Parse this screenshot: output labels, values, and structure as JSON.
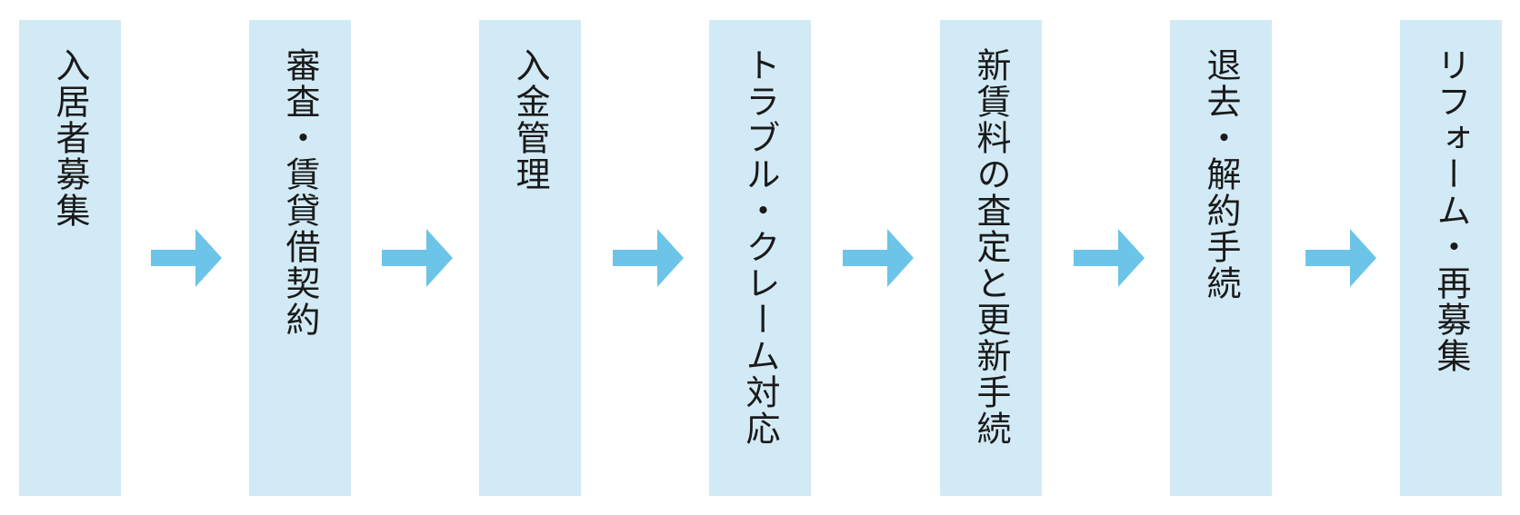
{
  "flow": {
    "steps": [
      {
        "label": "入居者募集"
      },
      {
        "label": "審査・賃貸借契約"
      },
      {
        "label": "入金管理"
      },
      {
        "label": "トラブル・クレーム対応"
      },
      {
        "label": "新賃料の査定と更新手続"
      },
      {
        "label": "退去・解約手続"
      },
      {
        "label": "リフォーム・再募集"
      }
    ],
    "colors": {
      "box_fill": "#d2eaf5",
      "arrow": "#6cc4e8",
      "text": "#1a1a1a"
    },
    "icons": {
      "connector": "arrow-right-icon"
    }
  }
}
